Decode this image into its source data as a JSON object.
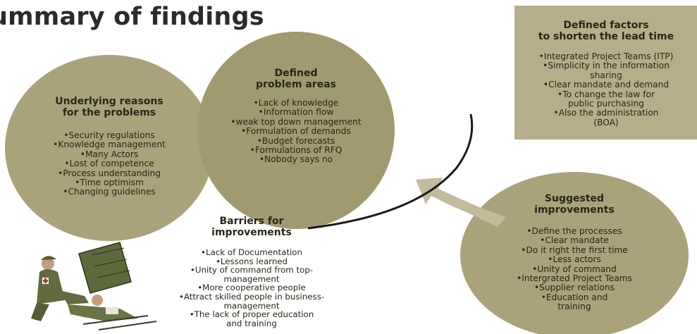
{
  "title": "ummary of findings",
  "colors": {
    "fill": "#a9a27b",
    "box": "#b6ae8a",
    "text": "#2a2618",
    "line": "#1a1a1a",
    "arrow": "#c2bb9c"
  },
  "underlying": {
    "heading": [
      "Underlying reasons",
      "for the problems"
    ],
    "items": [
      "•Security regulations",
      "•Knowledge management",
      "•Many Actors",
      "•Lost of competence",
      "•Process understanding",
      "•Time optimism",
      "•Changing guidelines"
    ]
  },
  "defined_problems": {
    "heading": [
      "Defined",
      "problem areas"
    ],
    "items": [
      "•Lack of knowledge",
      "•Information flow",
      "•weak top down management",
      "•Formulation of demands",
      "•Budget forecasts",
      "•Formulations of RFQ",
      "•Nobody says no"
    ]
  },
  "factors": {
    "heading": [
      "Defined factors",
      "to shorten the lead time"
    ],
    "items": [
      "•Integrated Project Teams (ITP)",
      "•Simplicity in the information",
      "sharing",
      "•Clear mandate and demand",
      "•To change the law for",
      "public purchasing",
      "•Also the administration",
      "(BOA)"
    ]
  },
  "suggested": {
    "heading": [
      "Suggested",
      "improvements"
    ],
    "items": [
      "•Define the processes",
      "•Clear mandate",
      "•Do it right the first time",
      "•Less actors",
      "•Unity of command",
      "•Intergrated Project Teams",
      "•Supplier relations",
      "•Education and",
      "training"
    ]
  },
  "barriers": {
    "heading": [
      "Barriers for",
      "improvements"
    ],
    "items": [
      "•Lack of Documentation",
      "•Lessons learned",
      "•Unity of command from  top-",
      "management",
      "•More cooperative people",
      "•Attract skilled people in business-",
      "management",
      "•The lack of proper education",
      "and training"
    ]
  },
  "illustration": "soldiers-medic-illustration"
}
